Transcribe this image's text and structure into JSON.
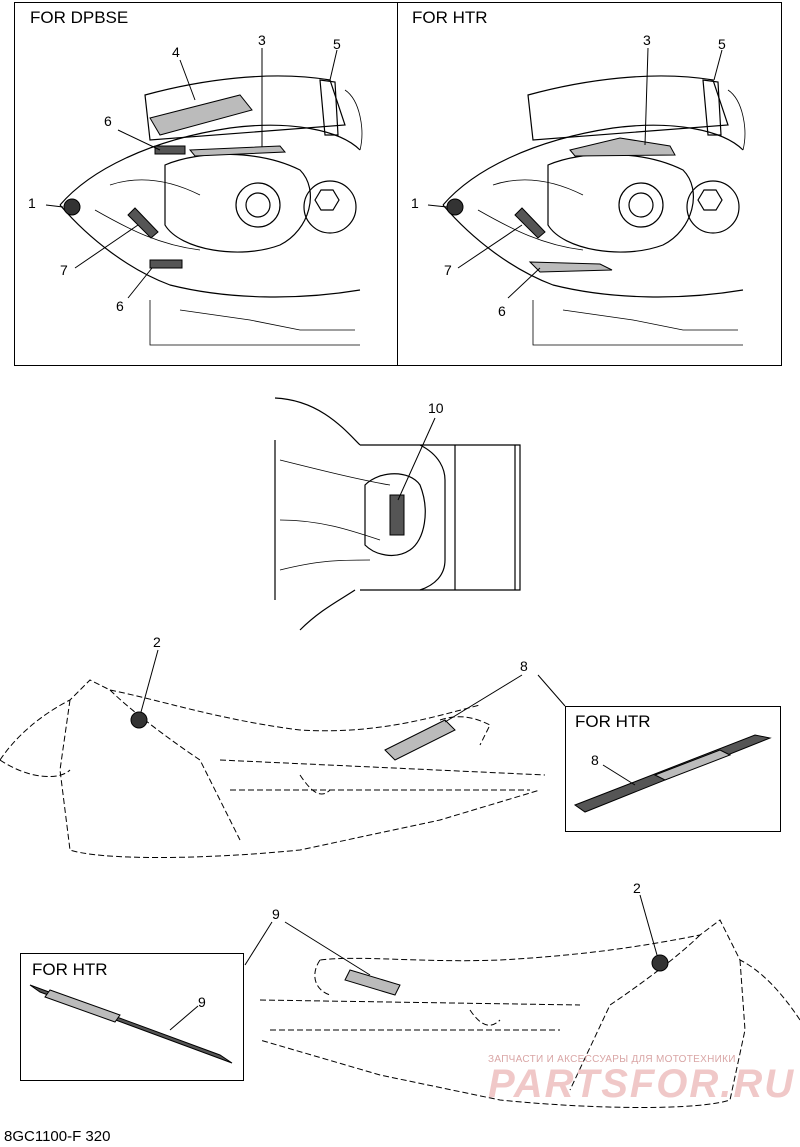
{
  "panels": {
    "top_left_title": "FOR DPBSE",
    "top_right_title": "FOR HTR",
    "mid_inset_title": "FOR HTR",
    "bottom_inset_title": "FOR HTR"
  },
  "callouts": {
    "c1": "1",
    "c2": "2",
    "c3": "3",
    "c4": "4",
    "c5": "5",
    "c6": "6",
    "c7": "7",
    "c8": "8",
    "c9": "9",
    "c10": "10"
  },
  "watermark": {
    "tagline": "ЗАПЧАСТИ И АКСЕССУАРЫ ДЛЯ МОТОТЕХНИКИ",
    "brand": "PARTSFOR.RU"
  },
  "document_code": "8GC1100-F 320"
}
